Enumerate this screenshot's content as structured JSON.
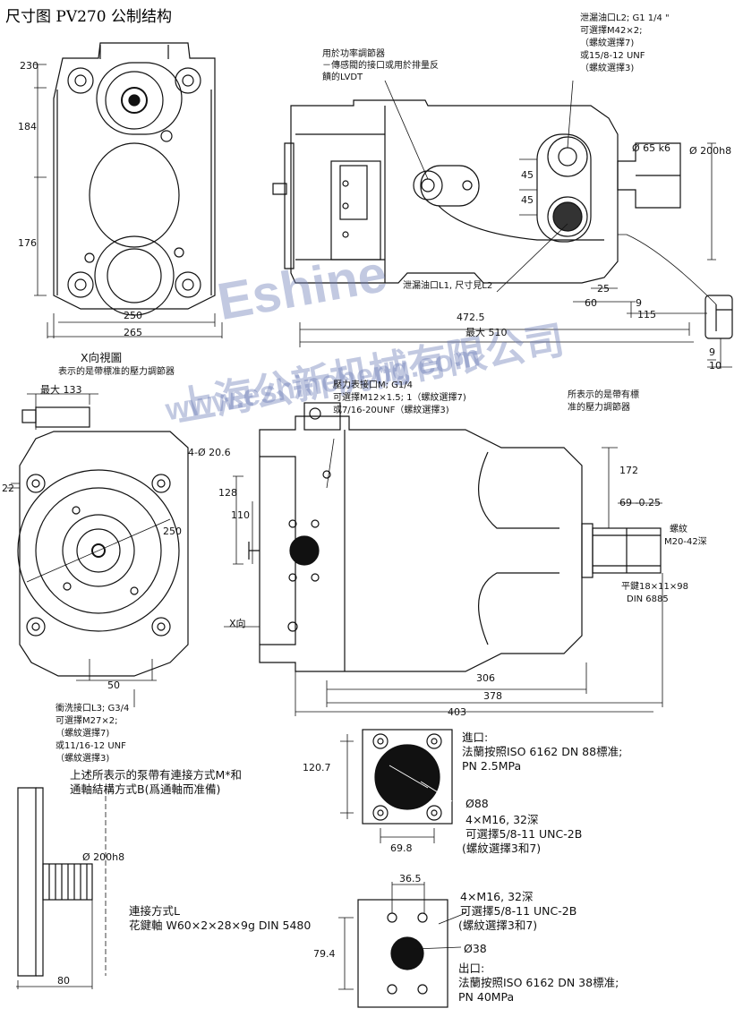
{
  "title": "尺寸图 PV270 公制结构",
  "watermark": {
    "brand": "Eshine",
    "company": "上海公新机械有限公司",
    "url": "www.eshinebeng.com"
  },
  "top_view": {
    "dims": {
      "d230": "230",
      "d184": "184",
      "d176": "176",
      "d250": "250",
      "d265": "265"
    }
  },
  "side_view": {
    "power_regulator_note": [
      "用於功率調節器",
      "－傳感閥的接口或用於排量反",
      "饋的LVDT"
    ],
    "drain_note": [
      "泄漏油口L2; G1 1/4 \"",
      "可選擇M42×2;",
      "（螺紋選擇7)",
      "或15/8-12  UNF",
      "（螺紋選擇3)"
    ],
    "drain_l1": "泄漏油口L1, 尺寸見L2",
    "dims": {
      "d45a": "45",
      "d45b": "45",
      "d65": "Ø 65 k6",
      "d200": "Ø 200h8",
      "d25": "25",
      "d60": "60",
      "d9a": "9",
      "d115": "115",
      "d472": "472.5",
      "d510": "最大 510",
      "d9b": "9",
      "d10": "10"
    }
  },
  "x_view": {
    "heading": "X向視圖",
    "subheading": "表示的是帶標准的壓力調節器",
    "dims": {
      "max133": "最大 133",
      "d206": "4-Ø 20.6",
      "d22": "22",
      "d250": "250",
      "d50": "50"
    },
    "flush_note": [
      "衝洗接口L3; G3/4",
      "可選擇M27×2;",
      "（螺紋選擇7)",
      "或11/16-12 UNF",
      "（螺紋選擇3)"
    ]
  },
  "front_view": {
    "gauge_note": [
      "壓力表接口M; G1/4",
      "可選擇M12×1.5; 1（螺紋選擇7)",
      "或7/16-20UNF（螺紋選擇3)"
    ],
    "regulator_note": [
      "所表示的是帶有標",
      "准的壓力調節器"
    ],
    "x_dir": "X向",
    "thread": [
      "螺紋",
      "M20-42深"
    ],
    "key": [
      "平鍵18×11×98",
      "DIN 6885"
    ],
    "dims": {
      "d128": "128",
      "d110": "110",
      "d172": "172",
      "d69": "69 -0.25",
      "d306": "306",
      "d378": "378",
      "d403": "403"
    }
  },
  "inlet": {
    "labels": [
      "進口:",
      "法蘭按照ISO 6162 DN 88標准;",
      "PN 2.5MPa"
    ],
    "dia": "Ø88",
    "bolts": [
      "4×M16, 32深",
      "可選擇5/8-11 UNC-2B",
      "(螺紋選擇3和7)"
    ],
    "dims": {
      "d1207": "120.7",
      "d698": "69.8"
    }
  },
  "through_drive": [
    "上述所表示的泵帶有連接方式M*和",
    "通軸結構方式B(爲通軸而准備)"
  ],
  "coupling": {
    "labels": [
      "連接方式L",
      "花鍵軸 W60×2×28×9g DIN 5480"
    ],
    "dims": {
      "d200": "Ø 200h8",
      "d80": "80"
    }
  },
  "outlet": {
    "bolts": [
      "4×M16, 32深",
      "可選擇5/8-11 UNC-2B",
      "(螺紋選擇3和7)"
    ],
    "dia": "Ø38",
    "labels": [
      "出口:",
      "法蘭按照ISO 6162 DN 38標准;",
      "PN 40MPa"
    ],
    "dims": {
      "d365": "36.5",
      "d794": "79.4"
    }
  }
}
